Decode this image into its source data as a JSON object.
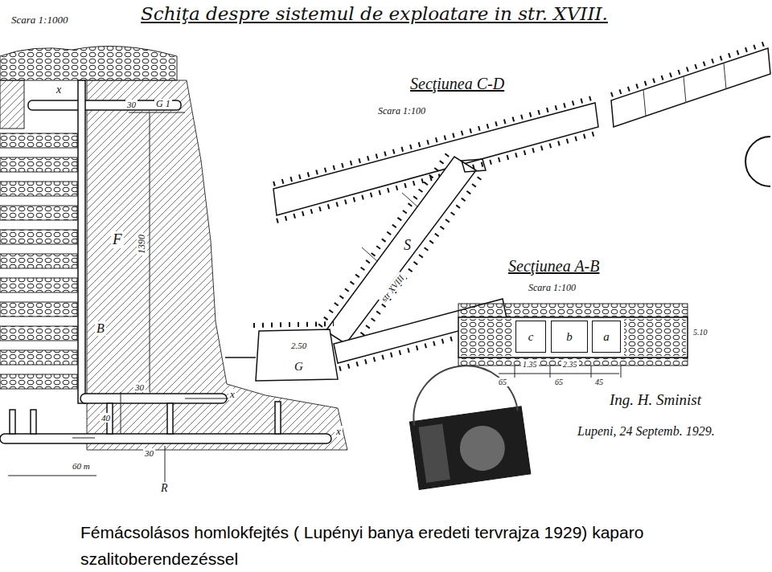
{
  "diagram": {
    "title": "Schiţa despre sistemul de exploatare in str. XVIII.",
    "caption": "Fémácsolásos homlokfejtés ( Lupényi banya eredeti tervrajza 1929) kaparo szalitoberendezéssel",
    "nodes": [
      {
        "text": [
          "c"
        ]
      },
      {
        "text": [
          "b"
        ]
      },
      {
        "text": [
          "a"
        ]
      }
    ],
    "labels": [
      "Scara 1:1000",
      "Secţiunea C-D",
      "Scara 1:100",
      "Secţiunea A-B",
      "Scara 1:100",
      "x",
      "30",
      "G 1",
      "F",
      "1390",
      "B",
      "30",
      "40",
      "30",
      "x",
      "x",
      "R",
      "60 m",
      "S",
      "str XVIII",
      "2.50",
      "G",
      "5.10",
      "65",
      "1.35",
      "65",
      "2.35",
      "45",
      "Ing. H. Sminist",
      "Lupeni, 24 Septemb. 1929."
    ]
  }
}
